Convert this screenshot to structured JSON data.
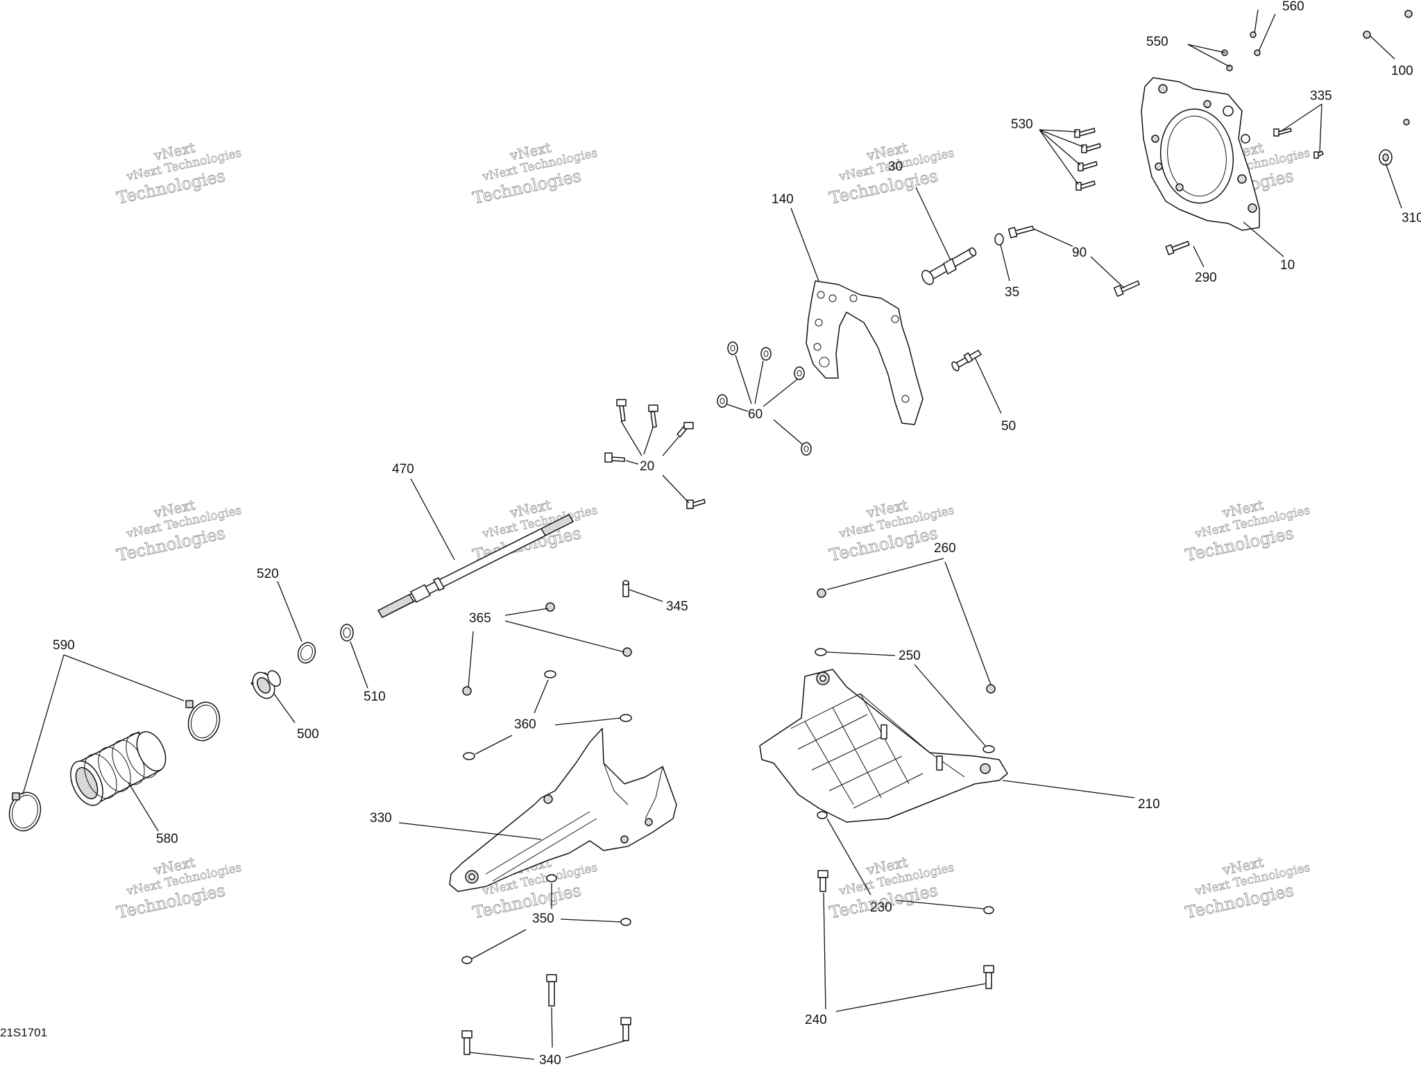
{
  "diagram": {
    "drawing_code": "21S1701",
    "watermark": {
      "line1": "vNext",
      "line2": "vNext Technologies",
      "line3": "Technologies"
    },
    "part_numbers": {
      "p10": "10",
      "p20": "20",
      "p30": "30",
      "p35": "35",
      "p50": "50",
      "p60": "60",
      "p90": "90",
      "p100": "100",
      "p140": "140",
      "p210": "210",
      "p230": "230",
      "p240": "240",
      "p250": "250",
      "p260": "260",
      "p290": "290",
      "p310": "310",
      "p330": "330",
      "p335": "335",
      "p340": "340",
      "p345": "345",
      "p350": "350",
      "p360": "360",
      "p365": "365",
      "p470": "470",
      "p500": "500",
      "p510": "510",
      "p520": "520",
      "p530": "530",
      "p550": "550",
      "p560": "560",
      "p580": "580",
      "p590": "590"
    }
  }
}
